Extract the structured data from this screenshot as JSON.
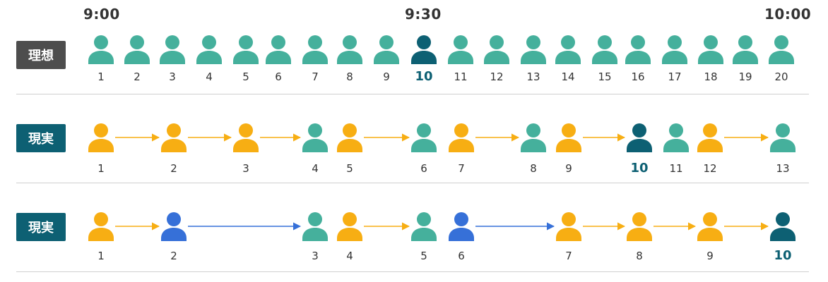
{
  "times": [
    "9:00",
    "9:30",
    "10:00"
  ],
  "colors": {
    "teal": "#45b09c",
    "dark": "#0d6073",
    "yellow": "#f7ae13",
    "blue": "#3670d8",
    "arrow_yellow": "#f7ae13",
    "arrow_blue": "#3670d8"
  },
  "rows": [
    {
      "label": "理想",
      "style": "ideal",
      "people": [
        {
          "n": "1",
          "c": "teal"
        },
        {
          "n": "2",
          "c": "teal"
        },
        {
          "n": "3",
          "c": "teal"
        },
        {
          "n": "4",
          "c": "teal"
        },
        {
          "n": "5",
          "c": "teal"
        },
        {
          "n": "6",
          "c": "teal"
        },
        {
          "n": "7",
          "c": "teal"
        },
        {
          "n": "8",
          "c": "teal"
        },
        {
          "n": "9",
          "c": "teal"
        },
        {
          "n": "10",
          "c": "dark",
          "highlight": true
        },
        {
          "n": "11",
          "c": "teal"
        },
        {
          "n": "12",
          "c": "teal"
        },
        {
          "n": "13",
          "c": "teal"
        },
        {
          "n": "14",
          "c": "teal"
        },
        {
          "n": "15",
          "c": "teal"
        },
        {
          "n": "16",
          "c": "teal"
        },
        {
          "n": "17",
          "c": "teal"
        },
        {
          "n": "18",
          "c": "teal"
        },
        {
          "n": "19",
          "c": "teal"
        },
        {
          "n": "20",
          "c": "teal"
        }
      ],
      "arrows": []
    },
    {
      "label": "現実",
      "style": "real",
      "people": [
        {
          "n": "1",
          "c": "yellow"
        },
        {
          "n": "2",
          "c": "yellow"
        },
        {
          "n": "3",
          "c": "yellow"
        },
        {
          "n": "4",
          "c": "teal"
        },
        {
          "n": "5",
          "c": "yellow"
        },
        {
          "n": "6",
          "c": "teal"
        },
        {
          "n": "7",
          "c": "yellow"
        },
        {
          "n": "8",
          "c": "teal"
        },
        {
          "n": "9",
          "c": "yellow"
        },
        {
          "n": "10",
          "c": "dark",
          "highlight": true
        },
        {
          "n": "11",
          "c": "teal"
        },
        {
          "n": "12",
          "c": "yellow"
        },
        {
          "n": "13",
          "c": "teal"
        }
      ],
      "arrows": [
        {
          "from": 0,
          "to": 1,
          "c": "arrow_yellow"
        },
        {
          "from": 1,
          "to": 2,
          "c": "arrow_yellow"
        },
        {
          "from": 2,
          "to": 3,
          "c": "arrow_yellow"
        },
        {
          "from": 4,
          "to": 5,
          "c": "arrow_yellow"
        },
        {
          "from": 6,
          "to": 7,
          "c": "arrow_yellow"
        },
        {
          "from": 8,
          "to": 9,
          "c": "arrow_yellow"
        },
        {
          "from": 11,
          "to": 12,
          "c": "arrow_yellow"
        }
      ]
    },
    {
      "label": "現実",
      "style": "real",
      "people": [
        {
          "n": "1",
          "c": "yellow"
        },
        {
          "n": "2",
          "c": "blue"
        },
        {
          "n": "3",
          "c": "teal"
        },
        {
          "n": "4",
          "c": "yellow"
        },
        {
          "n": "5",
          "c": "teal"
        },
        {
          "n": "6",
          "c": "blue"
        },
        {
          "n": "7",
          "c": "yellow"
        },
        {
          "n": "8",
          "c": "yellow"
        },
        {
          "n": "9",
          "c": "yellow"
        },
        {
          "n": "10",
          "c": "dark",
          "highlight": true
        }
      ],
      "arrows": [
        {
          "from": 0,
          "to": 1,
          "c": "arrow_yellow"
        },
        {
          "from": 1,
          "to": 2,
          "c": "arrow_blue"
        },
        {
          "from": 3,
          "to": 4,
          "c": "arrow_yellow"
        },
        {
          "from": 5,
          "to": 6,
          "c": "arrow_blue"
        },
        {
          "from": 6,
          "to": 7,
          "c": "arrow_yellow"
        },
        {
          "from": 7,
          "to": 8,
          "c": "arrow_yellow"
        },
        {
          "from": 8,
          "to": 9,
          "c": "arrow_yellow"
        }
      ]
    }
  ]
}
